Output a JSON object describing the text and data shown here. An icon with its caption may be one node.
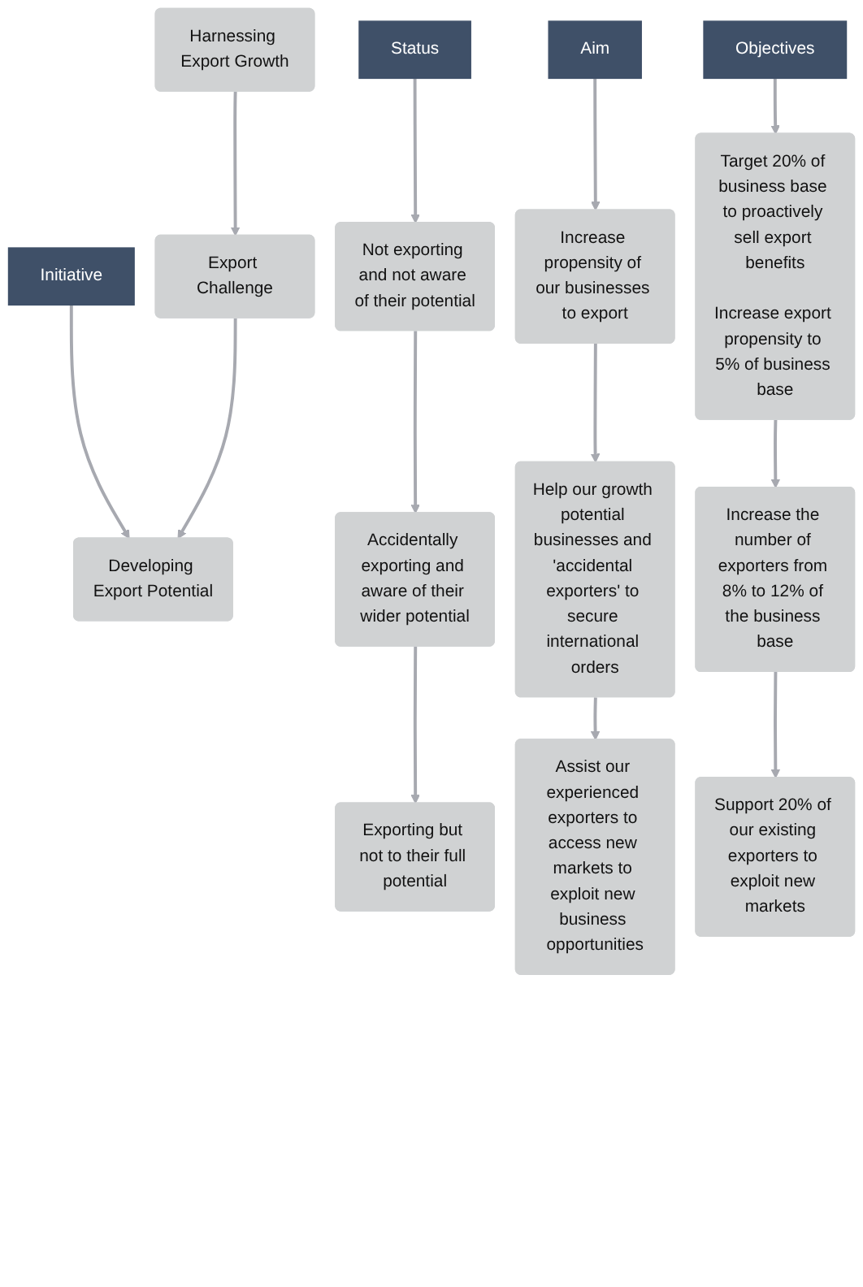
{
  "diagram": {
    "nodes": [
      {
        "text": [
          "Status"
        ]
      },
      {
        "text": [
          "Aim"
        ]
      },
      {
        "text": [
          "Objectives"
        ]
      },
      {
        "text": [
          "Initiative"
        ]
      },
      {
        "text": [
          "Not exporting and not aware of their potential"
        ]
      },
      {
        "text": [
          "Increase propensity of our businesses to export"
        ]
      },
      {
        "text": [
          "Target 20% of business base to proactively sell export benefits",
          "Increase export propensity to 5% of business base"
        ]
      },
      {
        "text": [
          "Developing Export Potential"
        ]
      },
      {
        "text": [
          "Accidentally exporting and aware of their wider potential"
        ]
      },
      {
        "text": [
          "Help our growth potential businesses and 'accidental exporters' to secure international orders"
        ]
      },
      {
        "text": [
          "Increase the number of exporters from 8% to 12% of the business base"
        ]
      },
      {
        "text": [
          "Export Challenge"
        ]
      },
      {
        "text": [
          "Exporting but not to their full potential"
        ]
      },
      {
        "text": [
          "Assist our experienced exporters to access new markets to exploit new business opportunities"
        ]
      },
      {
        "text": [
          "Support 20% of our existing exporters to exploit new markets"
        ]
      },
      {
        "text": [
          "Harnessing Export Growth"
        ]
      }
    ],
    "edges": [
      {
        "from": 0,
        "to": 4,
        "arrow": "to"
      },
      {
        "from": 1,
        "to": 5,
        "arrow": "to"
      },
      {
        "from": 2,
        "to": 6,
        "arrow": "to"
      },
      {
        "from": 3,
        "to": 7,
        "arrow": "to"
      },
      {
        "from": 4,
        "to": 8,
        "arrow": "to"
      },
      {
        "from": 5,
        "to": 9,
        "arrow": "to"
      },
      {
        "from": 6,
        "to": 10,
        "arrow": "to"
      },
      {
        "from": 11,
        "to": 7,
        "arrow": "to"
      },
      {
        "from": 8,
        "to": 12,
        "arrow": "to"
      },
      {
        "from": 9,
        "to": 13,
        "arrow": "to"
      },
      {
        "from": 10,
        "to": 14,
        "arrow": "to"
      },
      {
        "from": 15,
        "to": 11,
        "arrow": "to"
      }
    ]
  }
}
